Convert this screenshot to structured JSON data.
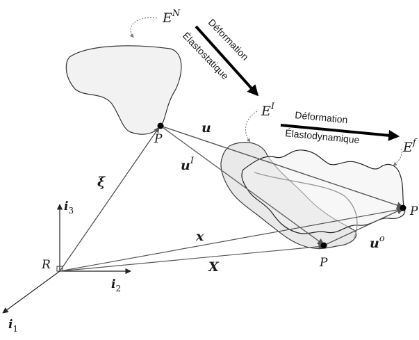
{
  "configurations": {
    "initial": {
      "base": "E",
      "sup": "N"
    },
    "intermediate": {
      "base": "E",
      "sup": "I"
    },
    "final": {
      "base": "E",
      "sup": "f"
    }
  },
  "transitions": {
    "elastostatic": {
      "line1": "Déformation",
      "line2": "Élastostatique"
    },
    "elastodynamic": {
      "line1": "Déformation",
      "line2": "Élastodynamique"
    }
  },
  "points": {
    "p1": "P",
    "p2": "P",
    "p3": "P"
  },
  "origin": "R",
  "basis": {
    "i1": {
      "base": "i",
      "sub": "1"
    },
    "i2": {
      "base": "i",
      "sub": "2"
    },
    "i3": {
      "base": "i",
      "sub": "3"
    }
  },
  "vectors": {
    "xi": "ξ",
    "u": "u",
    "uI": {
      "base": "u",
      "sup": "I"
    },
    "x": "x",
    "X": "X",
    "uo": {
      "base": "u",
      "sup": "o"
    }
  }
}
